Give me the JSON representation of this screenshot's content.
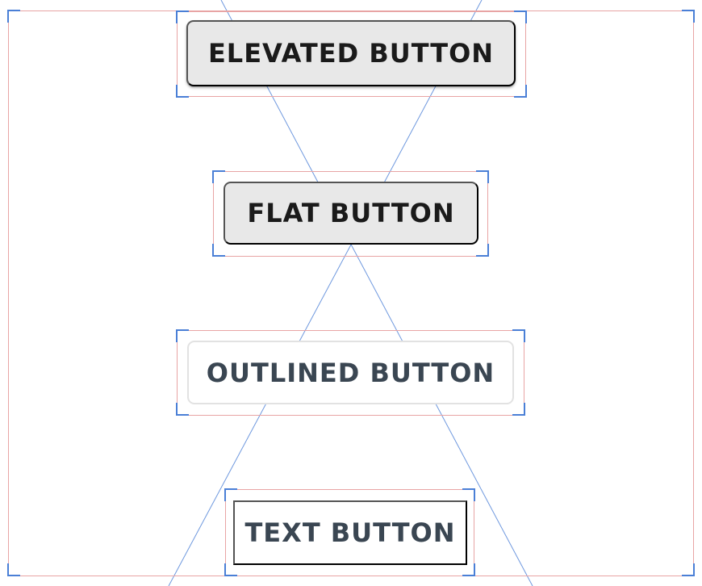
{
  "buttons": {
    "elevated": "ELEVATED BUTTON",
    "flat": "FLAT BUTTON",
    "outlined": "OUTLINED BUTTON",
    "text": "TEXT BUTTON"
  },
  "colors": {
    "button_fill": "#e8e8e8",
    "button_dark_text": "#1a1a1a",
    "button_muted_text": "#3a4652",
    "outline_border": "#e2e2e2",
    "guide_frame": "#e8a4a4",
    "guide_corner": "#4a7fd6",
    "guide_diagonal": "#4a7fd6"
  }
}
